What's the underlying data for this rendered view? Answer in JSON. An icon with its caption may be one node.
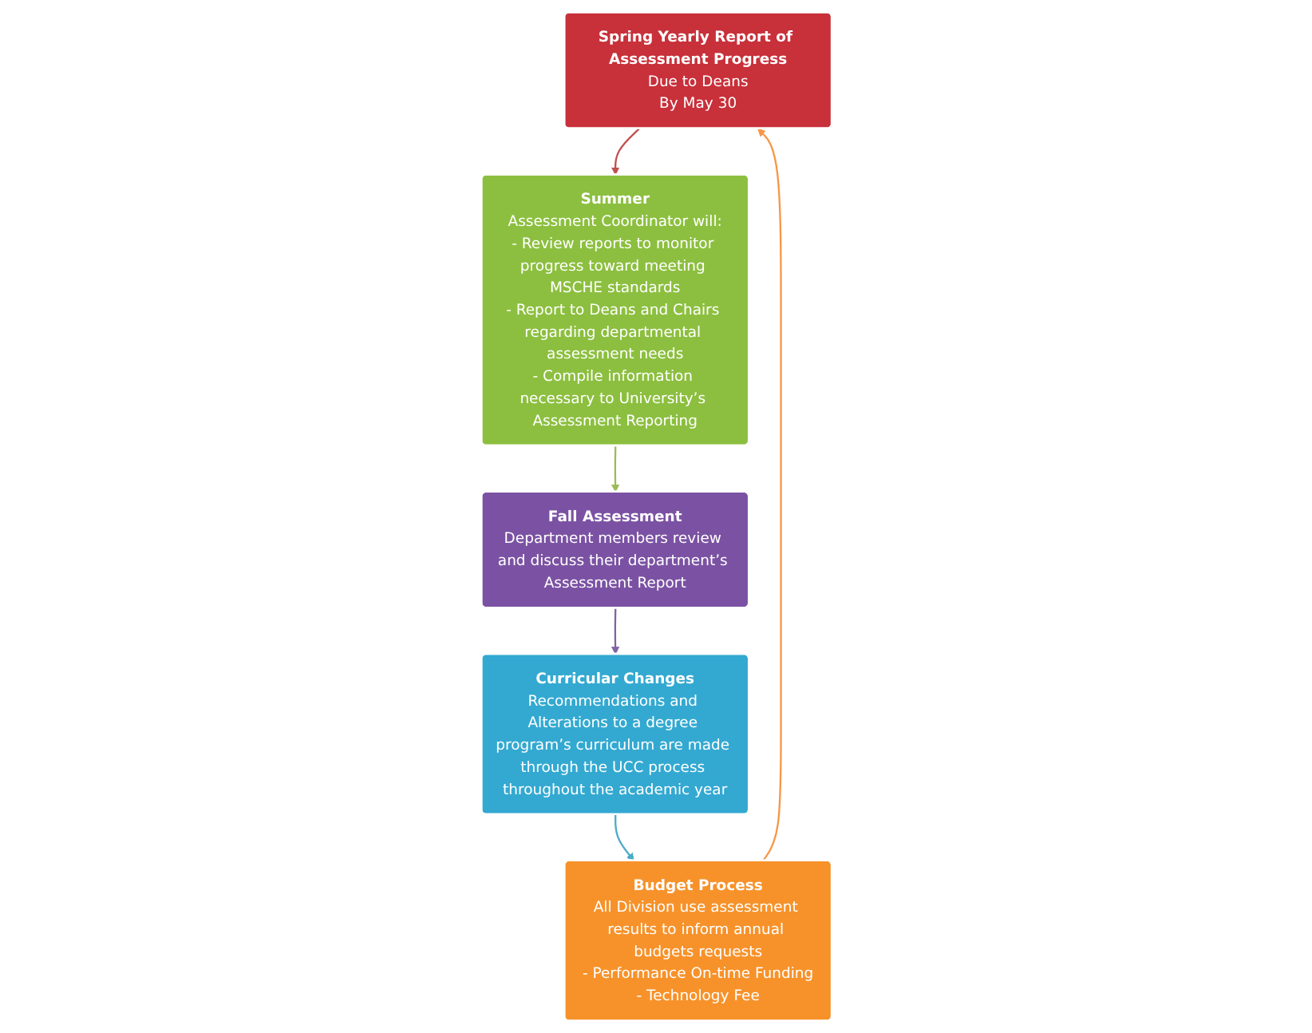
{
  "diagram": {
    "nodes": [
      {
        "text": [
          "Spring Yearly Report of Assessment Progress",
          "Due to Deans",
          "By May 30"
        ]
      },
      {
        "text": [
          "Summer",
          "Assessment Coordinator will:",
          "- Review reports to monitor progress toward meeting MSCHE standards",
          "- Report to Deans and Chairs regarding departmental assessment needs",
          "- Compile information necessary to University’s Assessment Reporting"
        ]
      },
      {
        "text": [
          "Fall Assessment",
          "Department members review and discuss their department’s Assessment Report"
        ]
      },
      {
        "text": [
          "Curricular Changes",
          "Recommendations and Alterations to a degree program’s curriculum are made through the UCC process throughout the academic year"
        ]
      },
      {
        "text": [
          "Budget Process",
          "All Division use assessment results to inform annual budgets requests",
          "- Performance On-time Funding",
          "- Technology Fee"
        ]
      }
    ],
    "edges": [
      {
        "from": 0,
        "to": 1,
        "arrow": "to",
        "color": "#c0504d"
      },
      {
        "from": 1,
        "to": 2,
        "arrow": "to",
        "color": "#9bbb59"
      },
      {
        "from": 2,
        "to": 3,
        "arrow": "to",
        "color": "#8064a2"
      },
      {
        "from": 3,
        "to": 4,
        "arrow": "to",
        "color": "#4bacc6"
      },
      {
        "from": 4,
        "to": 0,
        "arrow": "to",
        "color": "#f79646"
      }
    ]
  }
}
